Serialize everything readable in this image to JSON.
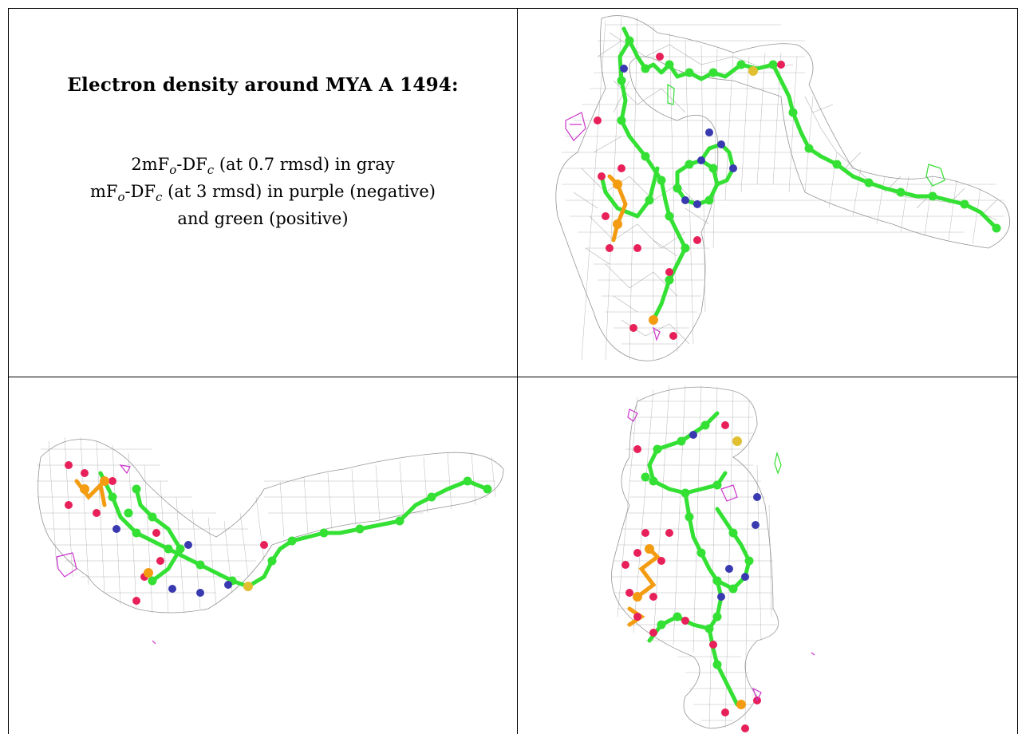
{
  "caption": {
    "title": "Electron density around MYA A 1494:",
    "line1_main": "2mF",
    "line1_sub_o": "o",
    "line1_mid": "-DF",
    "line1_sub_c": "c",
    "line1_rest": " (at 0.7 rmsd) in gray",
    "line2_main": "mF",
    "line2_sub_o": "o",
    "line2_mid": "-DF",
    "line2_sub_c": "c",
    "line2_rest": " (at 3 rmsd) in purple (negative)",
    "line3": "and green (positive)"
  },
  "colors": {
    "mesh": "#8a8a8a",
    "carbon": "#33e033",
    "oxygen": "#e8205a",
    "nitrogen": "#3a3ab0",
    "phosphorus": "#f39c12",
    "sulfur": "#e0c030",
    "negative_density": "#cc33cc",
    "positive_density": "#33dd33"
  },
  "panels": [
    {
      "id": "top-right",
      "view": "density-view-1"
    },
    {
      "id": "bottom-left",
      "view": "density-view-2"
    },
    {
      "id": "bottom-right",
      "view": "density-view-3"
    }
  ]
}
